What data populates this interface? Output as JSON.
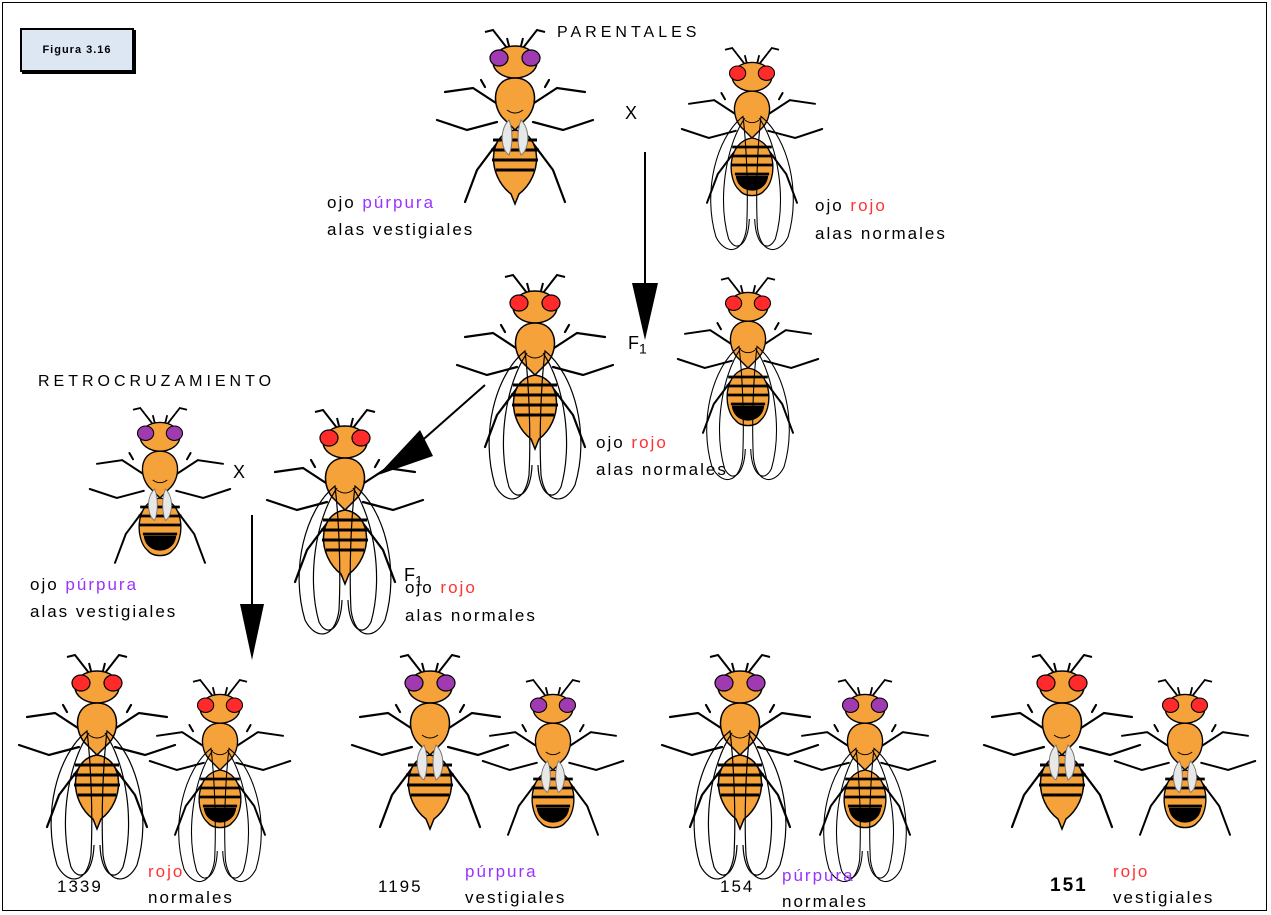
{
  "figure_label": "Figura 3.16",
  "titles": {
    "parentales": "PARENTALES",
    "retrocruzamiento": "RETROCRUZAMIENTO",
    "cross_symbol": "X",
    "f1_main": "F",
    "f1_sub": "1"
  },
  "words": {
    "ojo": "ojo",
    "purpura": "púrpura",
    "rojo": "rojo",
    "alas_vestigiales": "alas vestigiales",
    "alas_normales": "alas normales",
    "normales": "normales",
    "vestigiales": "vestigiales"
  },
  "progeny": [
    {
      "count": "1339",
      "eye": "rojo",
      "wings": "normales"
    },
    {
      "count": "1195",
      "eye": "púrpura",
      "wings": "vestigiales"
    },
    {
      "count": "154",
      "eye": "púrpura",
      "wings": "normales"
    },
    {
      "count": "151",
      "eye": "rojo",
      "wings": "vestigiales"
    }
  ],
  "colors": {
    "body": "#f6a23a",
    "eye_red": "#ff2a2a",
    "eye_purple": "#a03ab0",
    "purple_text": "#9933ff",
    "red_text": "#ff3333",
    "figure_box_fill": "#dde6f3"
  }
}
